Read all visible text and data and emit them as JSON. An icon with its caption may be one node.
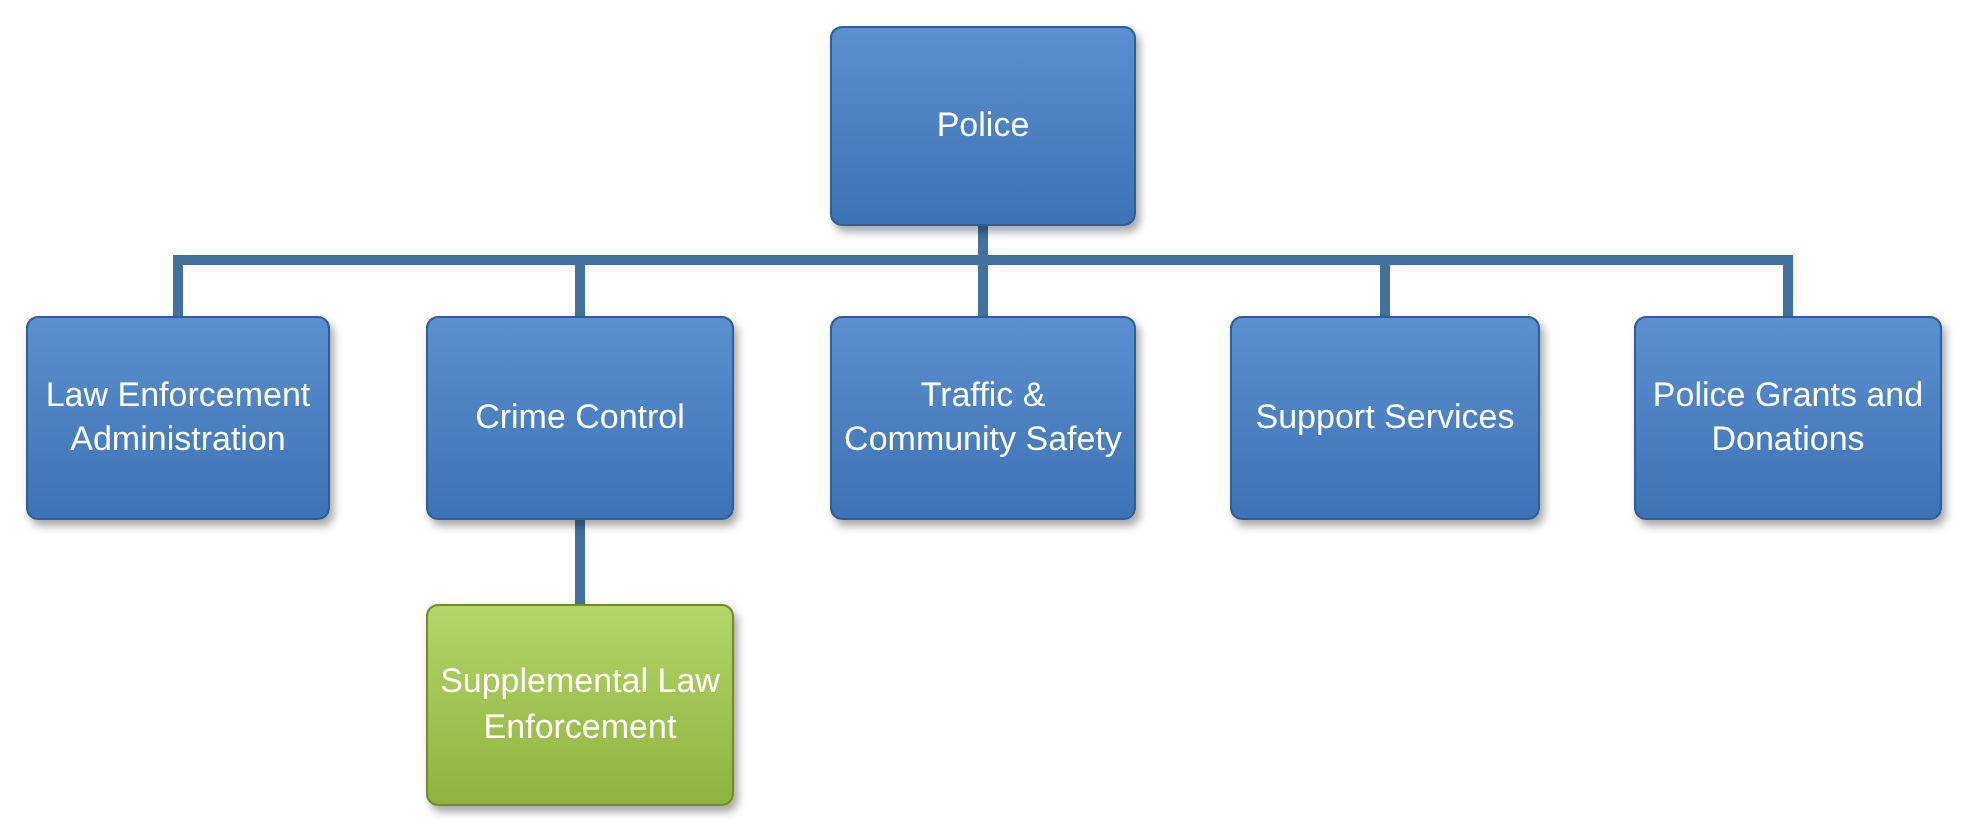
{
  "diagram": {
    "nodes": [
      {
        "text": [
          "Police"
        ]
      },
      {
        "text": [
          "Law Enforcement Administration"
        ]
      },
      {
        "text": [
          "Crime Control"
        ]
      },
      {
        "text": [
          "Traffic & Community Safety"
        ]
      },
      {
        "text": [
          "Support Services"
        ]
      },
      {
        "text": [
          "Police Grants and Donations"
        ]
      },
      {
        "text": [
          "Supplemental Law Enforcement"
        ]
      }
    ],
    "edges": [
      {
        "from": 0,
        "to": 1,
        "arrow": "none"
      },
      {
        "from": 0,
        "to": 2,
        "arrow": "none"
      },
      {
        "from": 0,
        "to": 3,
        "arrow": "none"
      },
      {
        "from": 0,
        "to": 4,
        "arrow": "none"
      },
      {
        "from": 0,
        "to": 5,
        "arrow": "none"
      },
      {
        "from": 2,
        "to": 6,
        "arrow": "none"
      }
    ]
  }
}
